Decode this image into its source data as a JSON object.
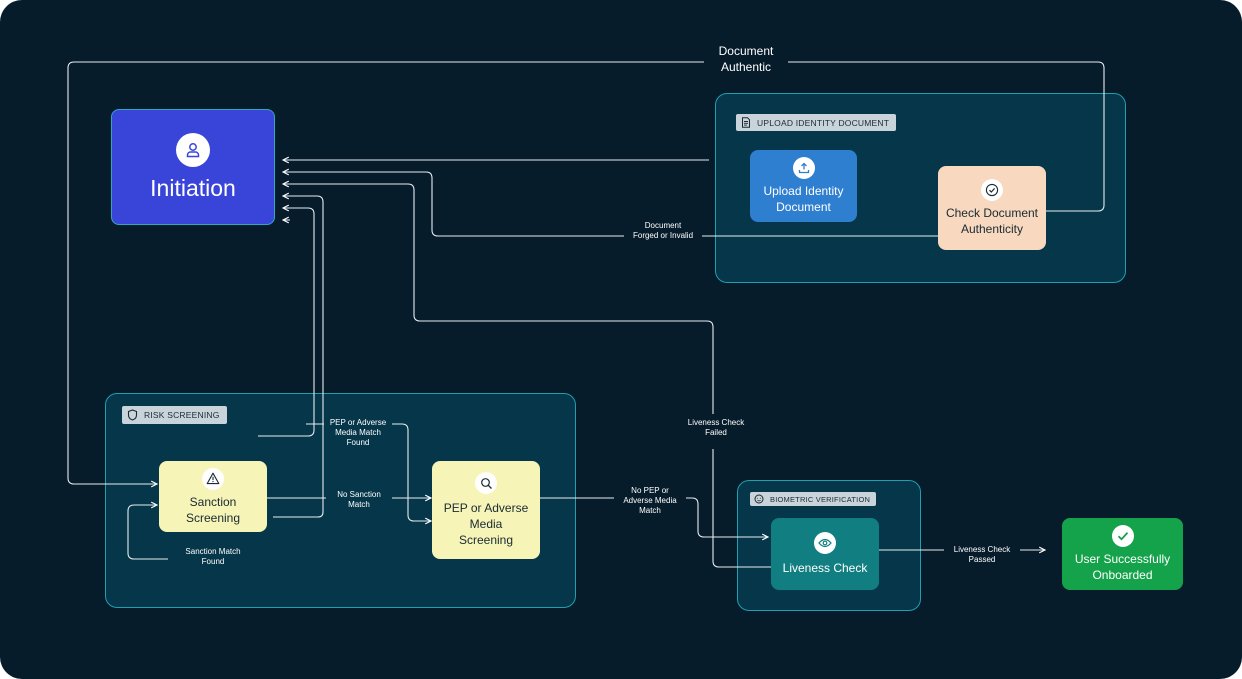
{
  "nodes": {
    "initiation": {
      "label": "Initiation",
      "icon": "user-icon",
      "color": "#3945d9"
    },
    "upload_identity": {
      "label": "Upload Identity\nDocument",
      "icon": "upload-icon",
      "color": "#2f7fd1"
    },
    "check_authenticity": {
      "label": "Check Document\nAuthenticity",
      "icon": "check-circle-icon",
      "color": "#f8d8bf"
    },
    "sanction_screening": {
      "label": "Sanction\nScreening",
      "icon": "warning-icon",
      "color": "#f6f4b6"
    },
    "pep_screening": {
      "label": "PEP or Adverse\nMedia\nScreening",
      "icon": "search-icon",
      "color": "#f6f4b6"
    },
    "liveness_check": {
      "label": "Liveness Check",
      "icon": "eye-icon",
      "color": "#117f82"
    },
    "onboarded": {
      "label": "User Successfully\nOnboarded",
      "icon": "check-icon",
      "color": "#14a34a"
    }
  },
  "groups": {
    "upload": {
      "tag": "UPLOAD IDENTITY DOCUMENT",
      "icon": "document-icon"
    },
    "risk": {
      "tag": "RISK SCREENING",
      "icon": "shield-icon"
    },
    "biometric": {
      "tag": "BIOMETRIC VERIFICATION",
      "icon": "face-icon"
    }
  },
  "edges": {
    "document_authentic": "Document\nAuthentic",
    "document_forged": "Document\nForged or Invalid",
    "pep_match_found": "PEP or Adverse\nMedia Match\nFound",
    "no_sanction_match": "No Sanction\nMatch",
    "sanction_match_found": "Sanction Match\nFound",
    "no_pep_match": "No PEP or\nAdverse Media\nMatch",
    "liveness_failed": "Liveness Check\nFailed",
    "liveness_passed": "Liveness Check\nPassed"
  }
}
